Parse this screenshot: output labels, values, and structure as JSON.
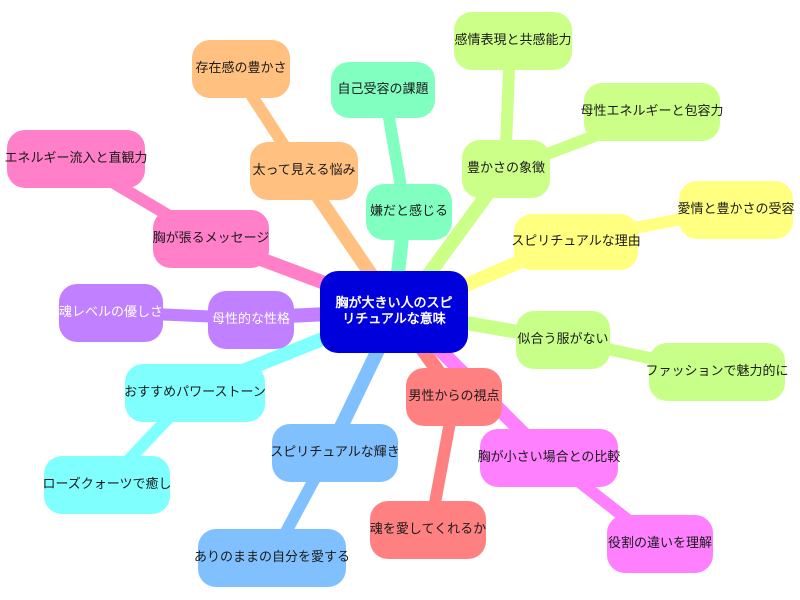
{
  "root": {
    "label": "胸が大きい人のスピリチュアルな意味",
    "color": "#0000dd"
  },
  "branches": [
    {
      "label": "嫌だと感じる",
      "color": "#80ffc0",
      "children": [
        {
          "label": "自己受容の課題"
        }
      ]
    },
    {
      "label": "豊かさの象徴",
      "color": "#ccff88",
      "children": [
        {
          "label": "感情表現と共感能力"
        },
        {
          "label": "母性エネルギーと包容力"
        }
      ]
    },
    {
      "label": "スピリチュアルな理由",
      "color": "#ffff80",
      "children": [
        {
          "label": "愛情と豊かさの受容"
        }
      ]
    },
    {
      "label": "似合う服がない",
      "color": "#c8ff88",
      "children": [
        {
          "label": "ファッションで魅力的に"
        }
      ]
    },
    {
      "label": "胸が小さい場合との比較",
      "color": "#ff80ff",
      "children": [
        {
          "label": "役割の違いを理解"
        }
      ]
    },
    {
      "label": "男性からの視点",
      "color": "#ff8080",
      "children": [
        {
          "label": "魂を愛してくれるか"
        }
      ]
    },
    {
      "label": "スピリチュアルな輝き",
      "color": "#80c0ff",
      "children": [
        {
          "label": "ありのままの自分を愛する"
        }
      ]
    },
    {
      "label": "おすすめパワーストーン",
      "color": "#80ffff",
      "children": [
        {
          "label": "ローズクォーツで癒し"
        }
      ]
    },
    {
      "label": "母性的な性格",
      "color": "#c080ff",
      "children": [
        {
          "label": "魂レベルの優しさ"
        }
      ]
    },
    {
      "label": "胸が張るメッセージ",
      "color": "#ff80c8",
      "children": [
        {
          "label": "エネルギー流入と直観力"
        }
      ]
    },
    {
      "label": "太って見える悩み",
      "color": "#ffc080",
      "children": [
        {
          "label": "存在感の豊かさ"
        }
      ]
    }
  ]
}
